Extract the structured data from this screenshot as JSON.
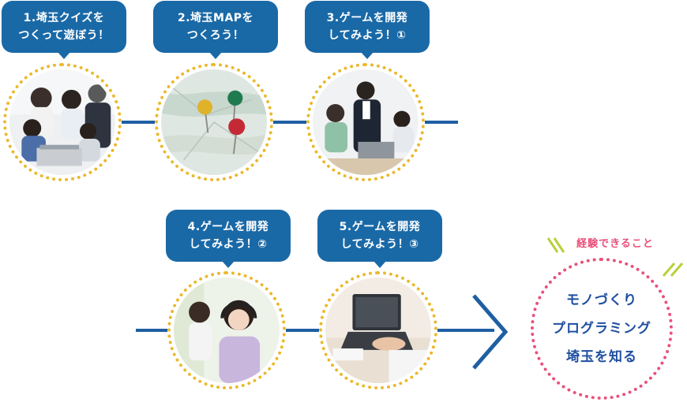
{
  "steps": [
    {
      "line1": "1.埼玉クイズを",
      "line2": "つくって遊ぼう！",
      "photo_icon": "family-computer-photo-icon"
    },
    {
      "line1": "2.埼玉MAPを",
      "line2": "つくろう！",
      "photo_icon": "map-pins-photo-icon"
    },
    {
      "line1": "3.ゲームを開発",
      "line2": "してみよう！①",
      "photo_icon": "teacher-students-photo-icon"
    },
    {
      "line1": "4.ゲームを開発",
      "line2": "してみよう！②",
      "photo_icon": "headset-girl-photo-icon"
    },
    {
      "line1": "5.ゲームを開発",
      "line2": "してみよう！③",
      "photo_icon": "laptop-typing-photo-icon"
    }
  ],
  "goal": {
    "title": "経験できること",
    "items": [
      "モノづくり",
      "プログラミング",
      "埼玉を知る"
    ]
  },
  "colors": {
    "bubble": "#1a69a7",
    "line": "#1f5fa3",
    "photo_border": "#ebb82a",
    "goal_border": "#e8507a",
    "goal_text": "#1f4fa0",
    "deco": "#b9cf3a"
  }
}
